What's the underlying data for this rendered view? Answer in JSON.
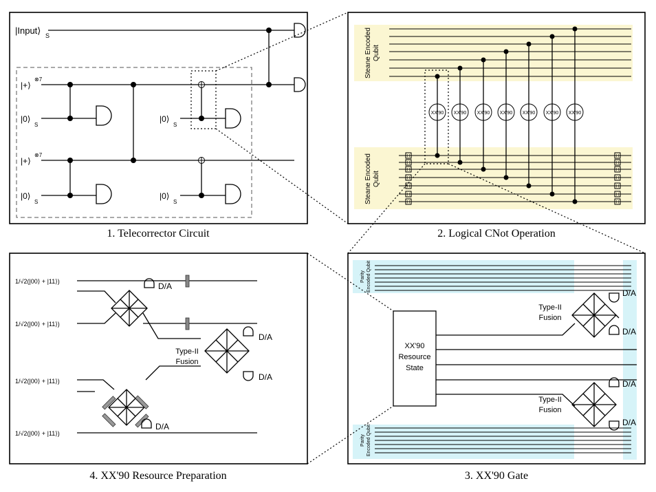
{
  "panel1": {
    "caption": "1. Telecorrector Circuit",
    "input_label": "|Input⟩",
    "input_sub": "S",
    "plus_label": "|+⟩",
    "plus_sup": "⊗7",
    "zero_label": "|0⟩",
    "zero_sub": "S"
  },
  "panel2": {
    "caption": "2. Logical CNot Operation",
    "top_block_label": [
      "Steane Encoded",
      "Qubit"
    ],
    "bottom_block_label": [
      "Steane Encoded",
      "Qubit"
    ],
    "gate_label": "XX'90",
    "hadamard_label": "H"
  },
  "panel3": {
    "caption": "3. XX'90  Gate",
    "resource_label": [
      "XX'90",
      "Resource",
      "State"
    ],
    "fusion_label": [
      "Type-II",
      "Fusion"
    ],
    "detector_label": "D/A",
    "parity_label": [
      "Parity",
      "Encoded Qubit"
    ]
  },
  "panel4": {
    "caption": "4. XX'90  Resource Preparation",
    "bell_label": "1/√2(|00⟩ + |11⟩)",
    "fusion_label": [
      "Type-II",
      "Fusion"
    ],
    "detector_label": "D/A"
  }
}
